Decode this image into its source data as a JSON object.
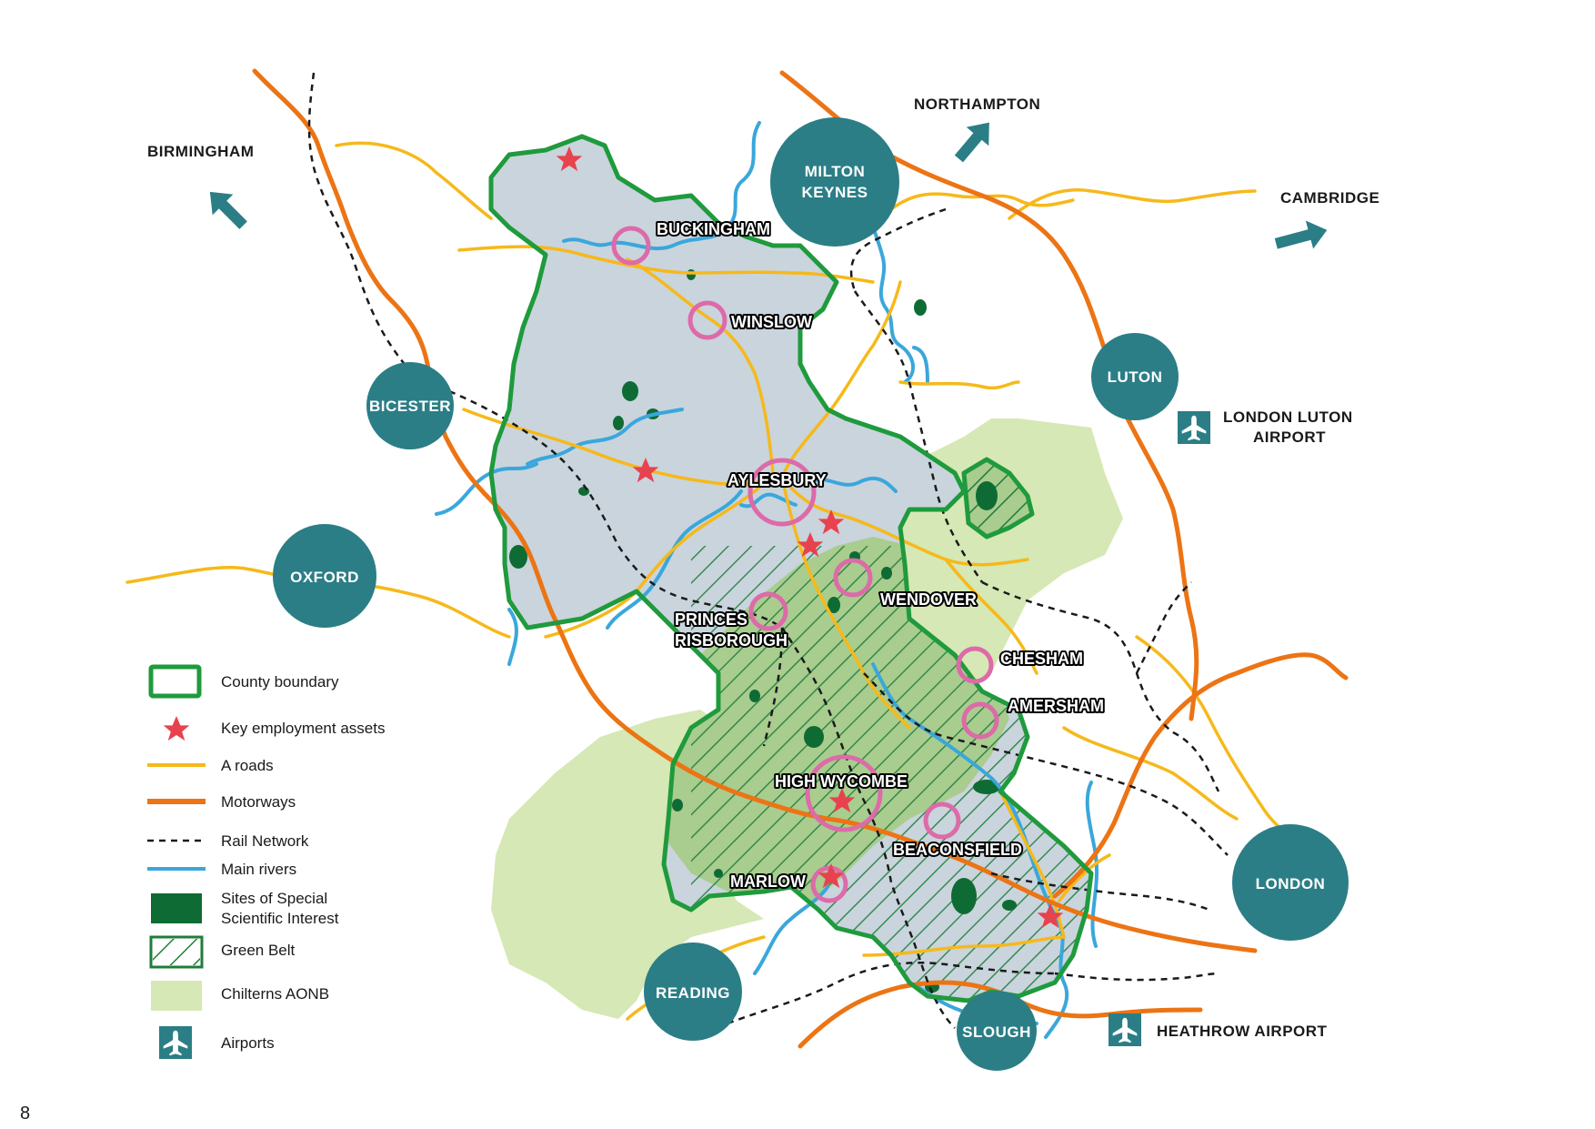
{
  "colors": {
    "county_fill": "#c9d4dd",
    "county_boundary": "#1f9a3c",
    "employment": "#e8424f",
    "a_roads": "#f6b91a",
    "motorways": "#ec7414",
    "rail": "#1a1a1a",
    "rivers": "#3aa7dc",
    "sssi": "#0f6b34",
    "green_belt": "#1f7d3a",
    "aonb": "#d6e8b5",
    "hub": "#2b7e86",
    "town_ring": "#dd6aa9"
  },
  "destinations": {
    "birmingham": "BIRMINGHAM",
    "northampton": "NORTHAMPTON",
    "cambridge": "CAMBRIDGE"
  },
  "hubs": {
    "milton_keynes_1": "MILTON",
    "milton_keynes_2": "KEYNES",
    "bicester": "BICESTER",
    "oxford": "OXFORD",
    "luton": "LUTON",
    "london": "LONDON",
    "reading": "READING",
    "slough": "SLOUGH"
  },
  "airports": {
    "luton_1": "LONDON LUTON",
    "luton_2": "AIRPORT",
    "heathrow": "HEATHROW AIRPORT",
    "icon": "airplane-icon"
  },
  "towns": {
    "buckingham": "BUCKINGHAM",
    "winslow": "WINSLOW",
    "aylesbury": "AYLESBURY",
    "wendover": "WENDOVER",
    "princes_1": "PRINCES",
    "princes_2": "RISBOROUGH",
    "chesham": "CHESHAM",
    "amersham": "AMERSHAM",
    "high_wycombe": "HIGH WYCOMBE",
    "beaconsfield": "BEACONSFIELD",
    "marlow": "MARLOW"
  },
  "legend": {
    "county_boundary": "County boundary",
    "employment": "Key employment assets",
    "a_roads": "A roads",
    "motorways": "Motorways",
    "rail": "Rail Network",
    "rivers": "Main rivers",
    "sssi_1": "Sites of Special",
    "sssi_2": "Scientific Interest",
    "green_belt": "Green Belt",
    "aonb": "Chilterns AONB",
    "airports": "Airports"
  },
  "page_number": "8"
}
